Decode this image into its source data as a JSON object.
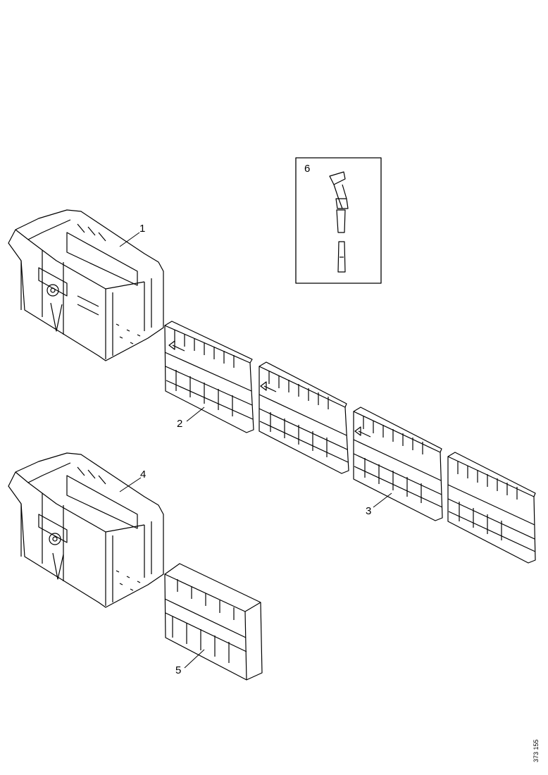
{
  "callouts": [
    "1",
    "2",
    "3",
    "4",
    "5",
    "6"
  ],
  "reference": "373 155"
}
